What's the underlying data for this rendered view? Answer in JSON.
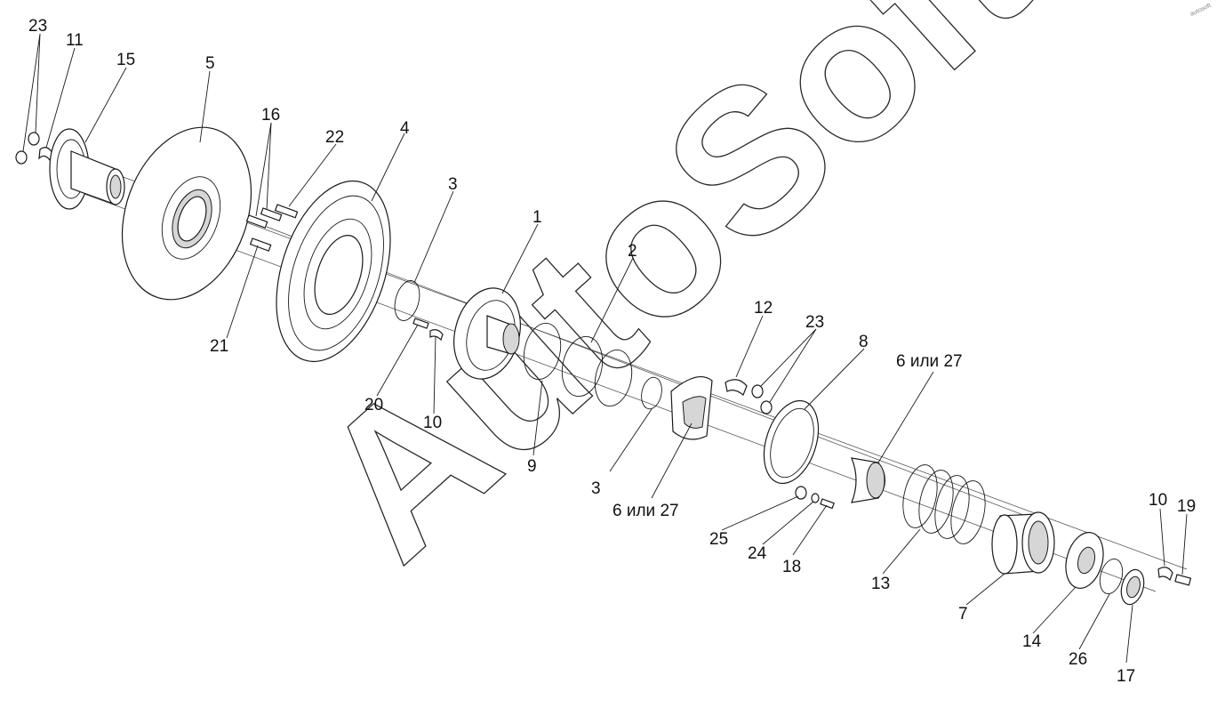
{
  "diagram": {
    "labels": [
      {
        "id": "l23a",
        "text": "23"
      },
      {
        "id": "l11",
        "text": "11"
      },
      {
        "id": "l15",
        "text": "15"
      },
      {
        "id": "l5",
        "text": "5"
      },
      {
        "id": "l16",
        "text": "16"
      },
      {
        "id": "l22",
        "text": "22"
      },
      {
        "id": "l4",
        "text": "4"
      },
      {
        "id": "l3a",
        "text": "3"
      },
      {
        "id": "l1",
        "text": "1"
      },
      {
        "id": "l2",
        "text": "2"
      },
      {
        "id": "l21",
        "text": "21"
      },
      {
        "id": "l20",
        "text": "20"
      },
      {
        "id": "l10a",
        "text": "10"
      },
      {
        "id": "l9",
        "text": "9"
      },
      {
        "id": "l3b",
        "text": "3"
      },
      {
        "id": "l627a",
        "text": "6 или 27"
      },
      {
        "id": "l12",
        "text": "12"
      },
      {
        "id": "l23b",
        "text": "23"
      },
      {
        "id": "l8",
        "text": "8"
      },
      {
        "id": "l627b",
        "text": "6 или 27"
      },
      {
        "id": "l25",
        "text": "25"
      },
      {
        "id": "l24",
        "text": "24"
      },
      {
        "id": "l18",
        "text": "18"
      },
      {
        "id": "l13",
        "text": "13"
      },
      {
        "id": "l7",
        "text": "7"
      },
      {
        "id": "l14",
        "text": "14"
      },
      {
        "id": "l26",
        "text": "26"
      },
      {
        "id": "l17",
        "text": "17"
      },
      {
        "id": "l10b",
        "text": "10"
      },
      {
        "id": "l19",
        "text": "19"
      }
    ]
  },
  "watermark": {
    "text": "AutoSoft"
  },
  "corner_mark": {
    "text": "autosoft"
  }
}
